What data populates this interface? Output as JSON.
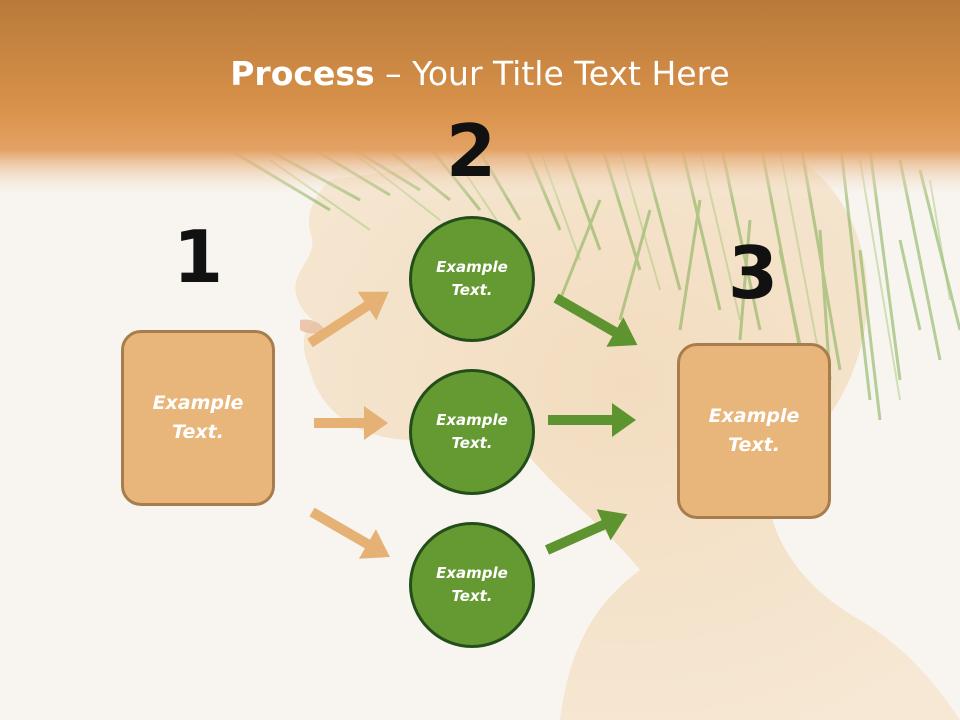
{
  "title": {
    "bold": "Process",
    "rest": " – Your Title Text Here"
  },
  "steps": [
    {
      "number": "1",
      "label": "Example\nText."
    },
    {
      "number": "2"
    },
    {
      "number": "3",
      "label": "Example\nText."
    }
  ],
  "circles": [
    {
      "label": "Example\nText."
    },
    {
      "label": "Example\nText."
    },
    {
      "label": "Example\nText."
    }
  ],
  "colors": {
    "header_band": "#d58a3f",
    "box_fill": "#e8b57a",
    "box_border": "#a87d4d",
    "circle_fill": "#659a33",
    "circle_border": "#234e1a",
    "arrow_orange": "#e6b175",
    "arrow_green": "#5e942f"
  },
  "background_image": "woman-profile-with-grass-hair"
}
